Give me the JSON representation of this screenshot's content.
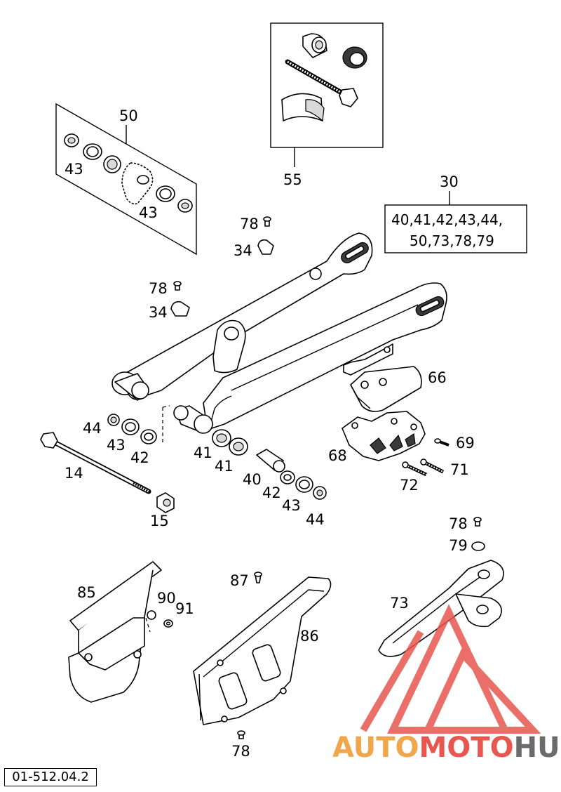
{
  "diagram_ref": "01-512.04.2",
  "watermark": {
    "text_part1": "AUTO",
    "text_part2": "MOTO",
    "text_part3": "HUB",
    "color_orange": "#f0a64a",
    "color_red": "#e8564f",
    "color_gray": "#6b6b6b"
  },
  "kit_30": {
    "number": "30",
    "contents_line1": "40,41,42,43,44,",
    "contents_line2": "50,73,78,79"
  },
  "labels": {
    "p50": "50",
    "p43a": "43",
    "p43b": "43",
    "p55": "55",
    "p78a": "78",
    "p34a": "34",
    "p78b": "78",
    "p34b": "34",
    "p66": "66",
    "p69": "69",
    "p68": "68",
    "p71": "71",
    "p72": "72",
    "p44a": "44",
    "p43c": "43",
    "p42a": "42",
    "p14": "14",
    "p15": "15",
    "p41a": "41",
    "p41b": "41",
    "p40": "40",
    "p42b": "42",
    "p43d": "43",
    "p44b": "44",
    "p78c": "78",
    "p79": "79",
    "p73": "73",
    "p85": "85",
    "p90": "90",
    "p91": "91",
    "p87": "87",
    "p86": "86",
    "p78d": "78"
  }
}
